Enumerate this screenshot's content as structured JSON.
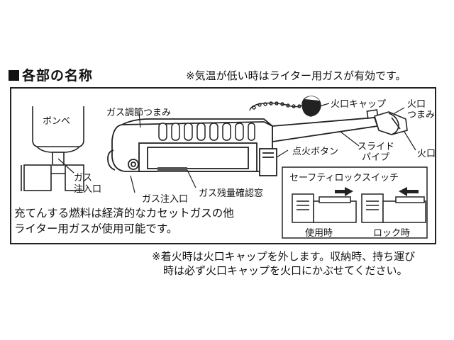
{
  "heading": "各部の名称",
  "note_top": "※気温が低い時はライター用ガスが有効です。",
  "labels": {
    "bombe": "ボンベ",
    "gas_valve": "ガス調節つまみ",
    "fire_cap": "火口キャップ",
    "fire_knob_1": "火口",
    "fire_knob_2": "つまみ",
    "ignition": "点火ボタン",
    "slide_pipe_1": "スライド",
    "slide_pipe_2": "パイプ",
    "nozzle": "火口",
    "gas_inlet_left_1": "ガス",
    "gas_inlet_left_2": "注入口",
    "gas_inlet": "ガス注入口",
    "gas_window": "ガス残量確認窓",
    "safety_lock": "セーフティロックスイッチ",
    "in_use": "使用時",
    "locked": "ロック時"
  },
  "body_text": {
    "line1": "充てんする燃料は経済的なカセットガスの他",
    "line2": "ライター用ガスが使用可能です。"
  },
  "note_bottom": {
    "line1": "※着火時は火口キャップを外します。収納時、持ち運び",
    "line2": "時は必ず火口キャップを火口にかぶせてください。"
  }
}
